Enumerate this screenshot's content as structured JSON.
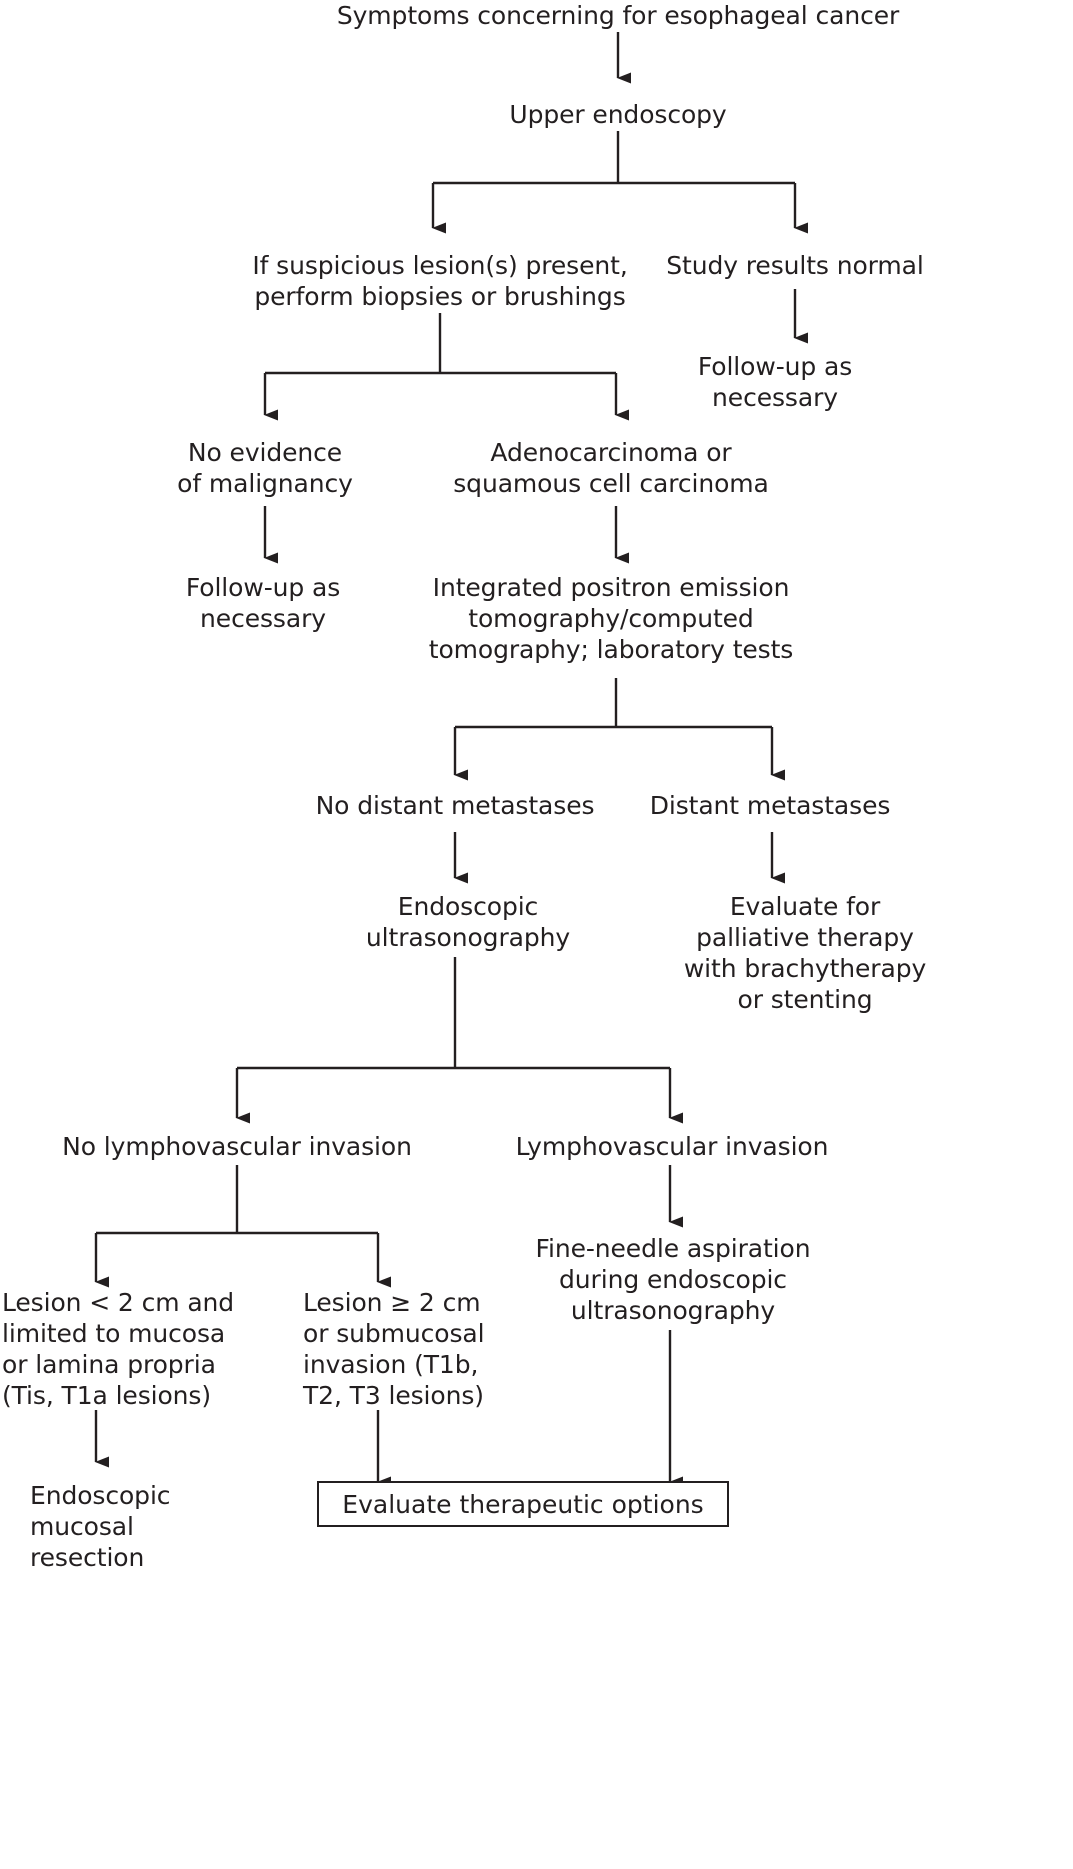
{
  "diagram": {
    "title": "Esophageal cancer diagnostic and management algorithm",
    "type": "flowchart",
    "orientation": "top-down",
    "stroke_color": "#231f20",
    "background_color": "#ffffff",
    "nodes": {
      "symptoms": "Symptoms concerning for esophageal cancer",
      "upper_endoscopy": "Upper endoscopy",
      "suspicious_lesion": "If suspicious lesion(s) present,\nperform biopsies or brushings",
      "study_normal": "Study results normal",
      "followup_normal": "Follow-up as\nnecessary",
      "no_malignancy": "No evidence\nof malignancy",
      "carcinoma": "Adenocarcinoma or\nsquamous cell carcinoma",
      "followup_benign": "Follow-up as\nnecessary",
      "pet_ct": "Integrated positron emission\ntomography/computed\ntomography; laboratory tests",
      "no_distant_mets": "No distant metastases",
      "distant_mets": "Distant metastases",
      "eus": "Endoscopic\nultrasonography",
      "palliative": "Evaluate for\npalliative therapy\nwith brachytherapy\nor stenting",
      "no_lvi": "No lymphovascular invasion",
      "lvi": "Lymphovascular invasion",
      "small_lesion": "Lesion < 2 cm and\nlimited to mucosa\nor lamina propria\n(Tis, T1a lesions)",
      "large_lesion": "Lesion ≥ 2 cm\nor submucosal\ninvasion (T1b,\nT2, T3 lesions)",
      "fna": "Fine-needle aspiration\nduring endoscopic\nultrasonography",
      "emr": "Endoscopic\nmucosal\nresection",
      "evaluate_options": "Evaluate therapeutic options"
    },
    "edges": [
      {
        "from": "symptoms",
        "to": "upper_endoscopy",
        "type": "arrow"
      },
      {
        "from": "upper_endoscopy",
        "to": "suspicious_lesion",
        "type": "branch-arrow"
      },
      {
        "from": "upper_endoscopy",
        "to": "study_normal",
        "type": "branch-arrow"
      },
      {
        "from": "study_normal",
        "to": "followup_normal",
        "type": "arrow"
      },
      {
        "from": "suspicious_lesion",
        "to": "no_malignancy",
        "type": "branch-arrow"
      },
      {
        "from": "suspicious_lesion",
        "to": "carcinoma",
        "type": "branch-arrow"
      },
      {
        "from": "no_malignancy",
        "to": "followup_benign",
        "type": "arrow"
      },
      {
        "from": "carcinoma",
        "to": "pet_ct",
        "type": "arrow"
      },
      {
        "from": "pet_ct",
        "to": "no_distant_mets",
        "type": "branch-arrow"
      },
      {
        "from": "pet_ct",
        "to": "distant_mets",
        "type": "branch-arrow"
      },
      {
        "from": "no_distant_mets",
        "to": "eus",
        "type": "arrow"
      },
      {
        "from": "distant_mets",
        "to": "palliative",
        "type": "arrow"
      },
      {
        "from": "eus",
        "to": "no_lvi",
        "type": "branch-arrow"
      },
      {
        "from": "eus",
        "to": "lvi",
        "type": "branch-arrow"
      },
      {
        "from": "no_lvi",
        "to": "small_lesion",
        "type": "branch-arrow"
      },
      {
        "from": "no_lvi",
        "to": "large_lesion",
        "type": "branch-arrow"
      },
      {
        "from": "lvi",
        "to": "fna",
        "type": "arrow"
      },
      {
        "from": "small_lesion",
        "to": "emr",
        "type": "arrow"
      },
      {
        "from": "large_lesion",
        "to": "evaluate_options",
        "type": "arrow"
      },
      {
        "from": "fna",
        "to": "evaluate_options",
        "type": "arrow"
      }
    ]
  }
}
